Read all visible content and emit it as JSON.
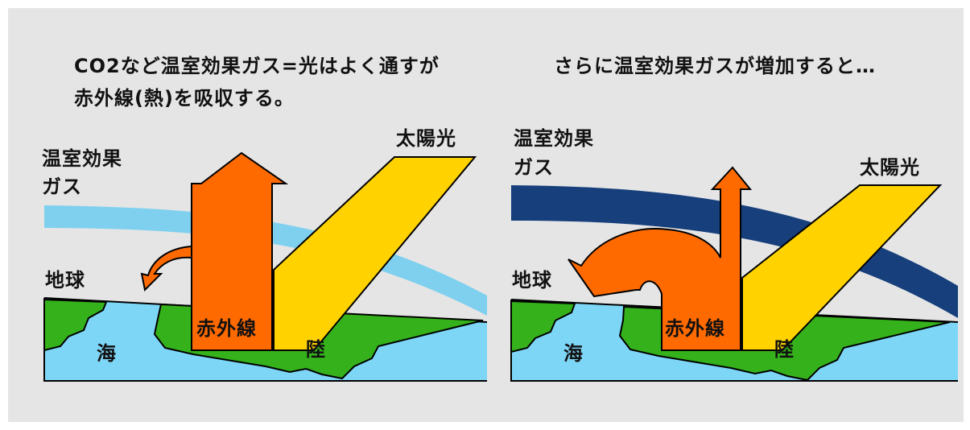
{
  "left": {
    "caption_line1": "CO2など温室効果ガス=光はよく通すが",
    "caption_line2": "赤外線(熱)を吸収する。",
    "gas_label_line1": "温室効果",
    "gas_label_line2": "ガス",
    "sunlight_label": "太陽光",
    "earth_label": "地球",
    "infrared_label": "赤外線",
    "sea_label": "海",
    "land_label": "陸"
  },
  "right": {
    "caption_line1": "さらに温室効果ガスが増加すると…",
    "gas_label_line1": "温室効果",
    "gas_label_line2": "ガス",
    "sunlight_label": "太陽光",
    "earth_label": "地球",
    "infrared_label": "赤外線",
    "sea_label": "海",
    "land_label": "陸"
  },
  "colors": {
    "background": "#e5e5e5",
    "sea": "#7ed6f7",
    "land": "#35b21b",
    "infrared_arrow": "#ff6a00",
    "sunlight": "#ffd200",
    "gas_thin": "#7fd0ef",
    "gas_thick": "#163f7c"
  }
}
